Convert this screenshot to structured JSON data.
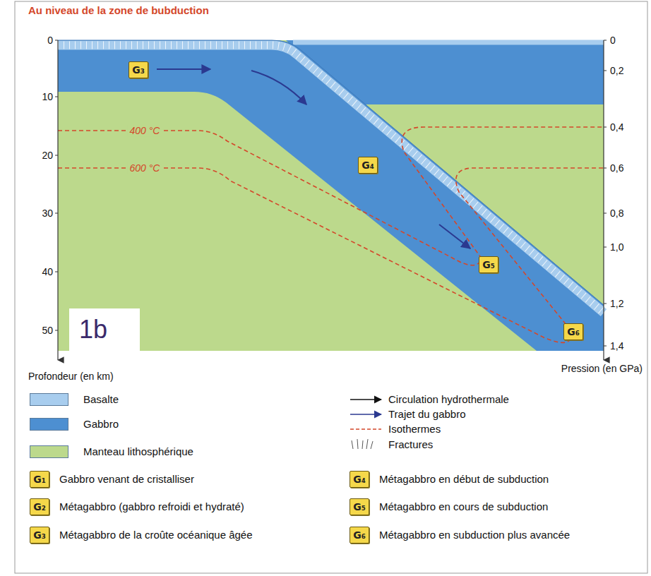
{
  "diagram": {
    "title": "Au niveau de la zone de bubduction",
    "nodes": [
      {
        "text": [
          "G₃"
        ]
      },
      {
        "text": [
          "G₄"
        ]
      },
      {
        "text": [
          "G₅"
        ]
      },
      {
        "text": [
          "G₆"
        ]
      },
      {
        "text": [
          "1b"
        ]
      },
      {
        "text": [
          "G₁"
        ]
      },
      {
        "text": [
          "G₂"
        ]
      },
      {
        "text": [
          "G₃"
        ]
      },
      {
        "text": [
          "G₄"
        ]
      },
      {
        "text": [
          "G₅"
        ]
      },
      {
        "text": [
          "G₆"
        ]
      }
    ],
    "labels": [
      "0",
      "10",
      "20",
      "30",
      "40",
      "50",
      "Profondeur (en km)",
      "0",
      "0,2",
      "0,4",
      "0,6",
      "0,8",
      "1,0",
      "1,2",
      "1,4",
      "Pression (en GPa)",
      "400 °C",
      "600 °C"
    ],
    "legend": [
      {
        "text": "Basalte",
        "color": "#a8cdee"
      },
      {
        "text": "Gabbro",
        "color": "#4d8fd1"
      },
      {
        "text": "Manteau lithosphérique",
        "color": "#bcd98c"
      },
      {
        "text": "Gabbro venant de cristalliser"
      },
      {
        "text": "Métagabbro (gabbro refroidi et hydraté)"
      },
      {
        "text": "Métagabbro de la croûte océanique âgée"
      },
      {
        "text": "Circulation hydrothermale"
      },
      {
        "text": "Trajet du gabbro"
      },
      {
        "text": "Isothermes"
      },
      {
        "text": "Fractures"
      },
      {
        "text": "Métagabbro en début de subduction"
      },
      {
        "text": "Métagabbro en cours de subduction"
      },
      {
        "text": "Métagabbro en subduction plus avancée"
      }
    ]
  }
}
